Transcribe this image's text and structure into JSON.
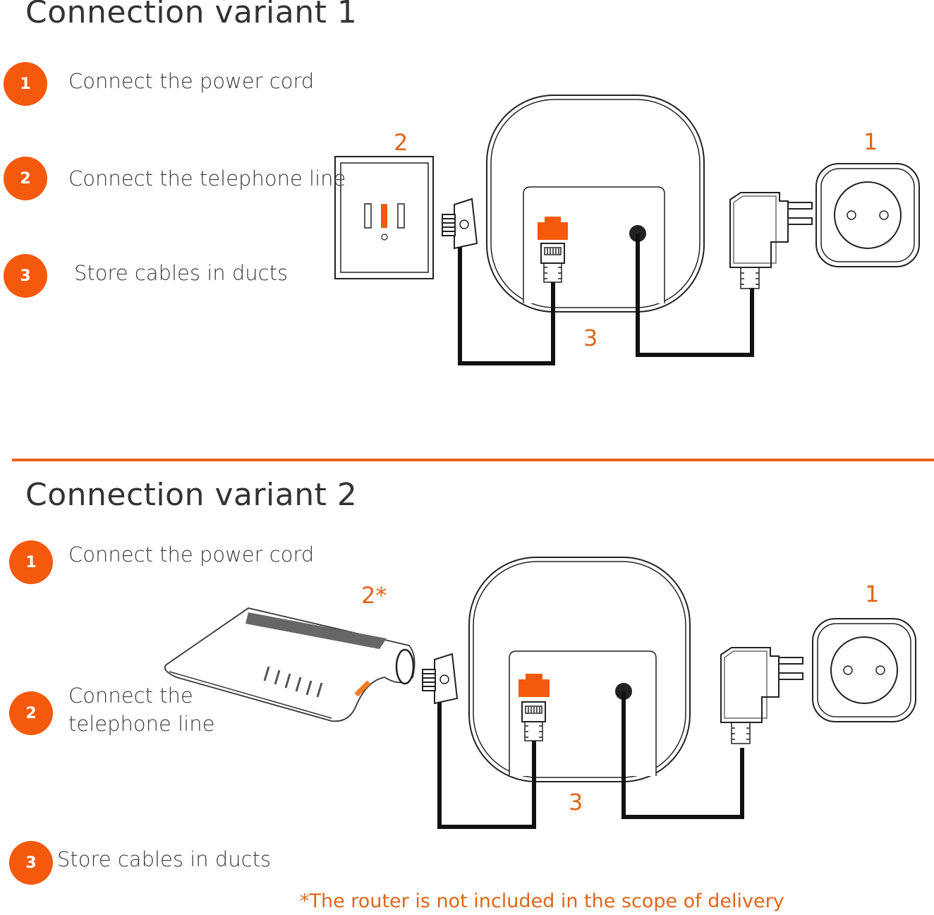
{
  "colors": {
    "accent": "#f55a0c",
    "label": "#e0661a",
    "text": "#3a3a3a",
    "cable": "#111111"
  },
  "variant1": {
    "title": "Connection variant 1",
    "steps": [
      {
        "number": "1",
        "label": "Connect the power cord"
      },
      {
        "number": "2",
        "label": "Connect the telephone line"
      },
      {
        "number": "3",
        "label": "Store cables in ducts"
      }
    ],
    "diagram_labels": {
      "socket": "1",
      "wall_jack": "2",
      "cables": "3"
    }
  },
  "variant2": {
    "title": "Connection variant 2",
    "steps": [
      {
        "number": "1",
        "label": "Connect the power cord"
      },
      {
        "number": "2",
        "label_line1": "Connect the",
        "label_line2": "telephone line"
      },
      {
        "number": "3",
        "label": "Store cables in ducts"
      }
    ],
    "diagram_labels": {
      "socket": "1",
      "router": "2*",
      "cables": "3"
    },
    "footnote": "*The router is not included in the scope of delivery"
  }
}
